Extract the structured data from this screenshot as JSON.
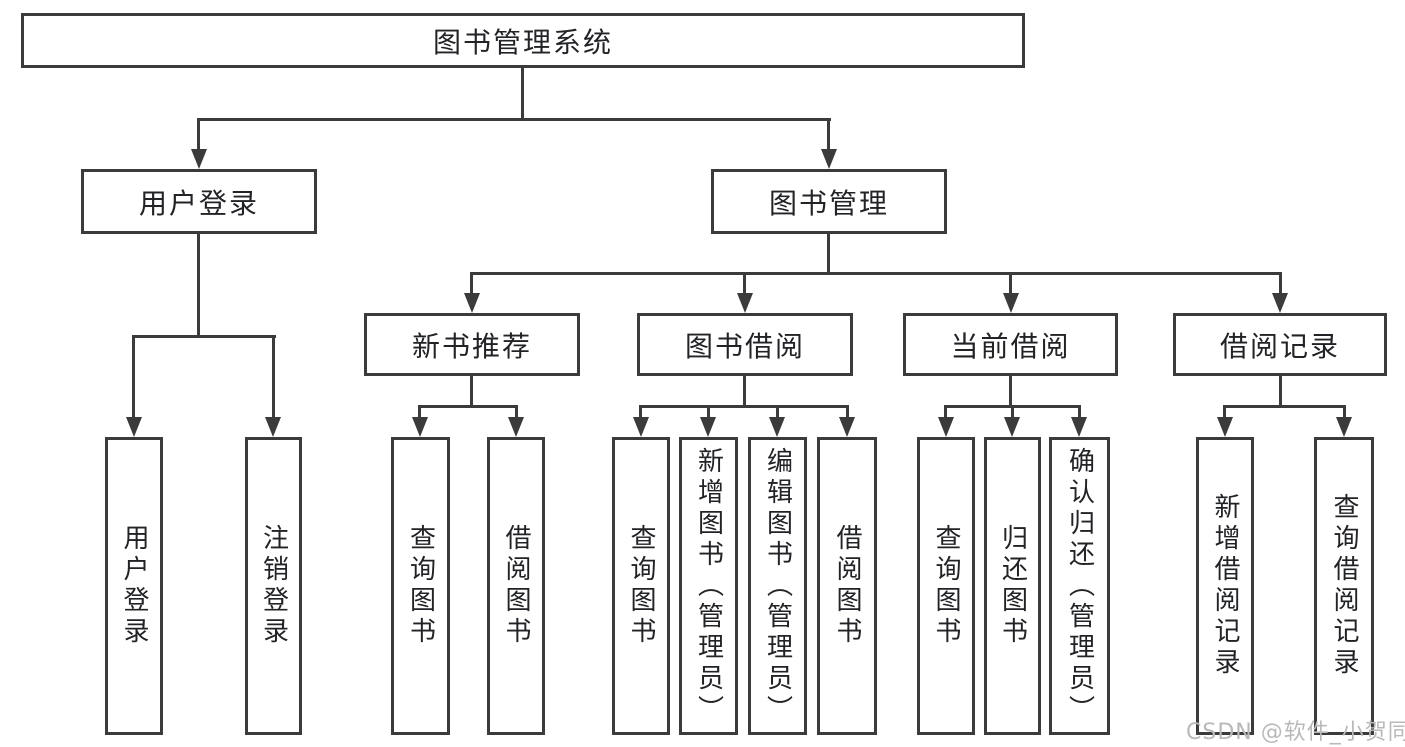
{
  "tree": {
    "root": {
      "label": "图书管理系统"
    },
    "branches": [
      {
        "label": "用户登录",
        "children": [
          {
            "label": "用户登录"
          },
          {
            "label": "注销登录"
          }
        ]
      },
      {
        "label": "图书管理",
        "sections": [
          {
            "label": "新书推荐",
            "children": [
              {
                "label": "查询图书"
              },
              {
                "label": "借阅图书"
              }
            ]
          },
          {
            "label": "图书借阅",
            "children": [
              {
                "label": "查询图书"
              },
              {
                "label": "新增图书（管理员）"
              },
              {
                "label": "编辑图书（管理员）"
              },
              {
                "label": "借阅图书"
              }
            ]
          },
          {
            "label": "当前借阅",
            "children": [
              {
                "label": "查询图书"
              },
              {
                "label": "归还图书"
              },
              {
                "label": "确认归还（管理员）"
              }
            ]
          },
          {
            "label": "借阅记录",
            "children": [
              {
                "label": "新增借阅记录"
              },
              {
                "label": "查询借阅记录"
              }
            ]
          }
        ]
      }
    ]
  },
  "watermark": {
    "text": "CSDN @软件_小贺同学"
  },
  "colors": {
    "line": "#3b3b3b",
    "text": "#222326",
    "watermark": "#b9b9b9",
    "background": "#ffffff"
  }
}
